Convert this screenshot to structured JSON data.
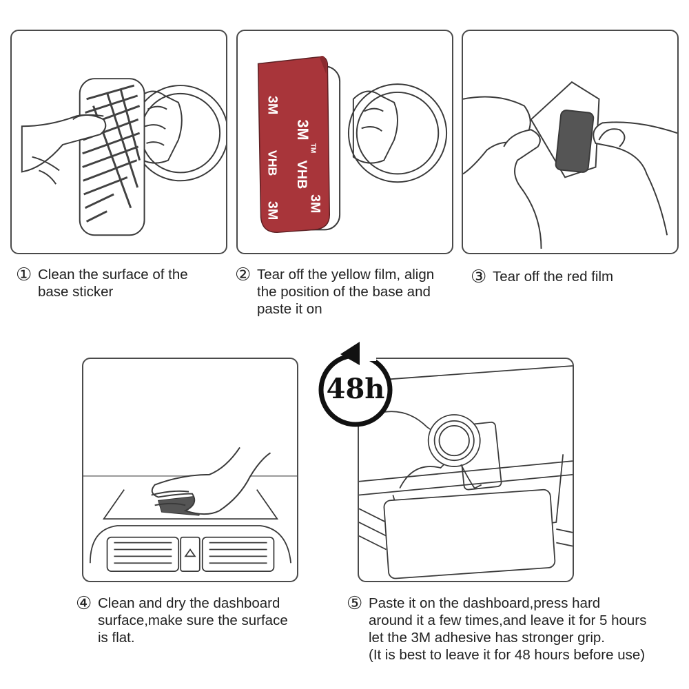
{
  "steps": [
    {
      "number": "①",
      "text": "Clean the surface of the\nbase sticker"
    },
    {
      "number": "②",
      "text": "Tear off the yellow film, align\nthe position of the base and\npaste it on"
    },
    {
      "number": "③",
      "text": "Tear off the red film"
    },
    {
      "number": "④",
      "text": "Clean and dry the dashboard\nsurface,make sure the surface\nis flat."
    },
    {
      "number": "⑤",
      "text": "Paste it on the dashboard,press hard\naround it a few times,and leave it for 5 hours\nlet the 3M adhesive has stronger grip.\n(It is best to leave it for 48 hours before use)"
    }
  ],
  "badge": {
    "label": "48h"
  },
  "tape": {
    "brand": "3M",
    "product": "VHB",
    "tm": "TM"
  },
  "colors": {
    "tape_red": "#a8353a",
    "outline": "#3a3a3a",
    "frame": "#4a4a4a",
    "badge": "#111111"
  }
}
